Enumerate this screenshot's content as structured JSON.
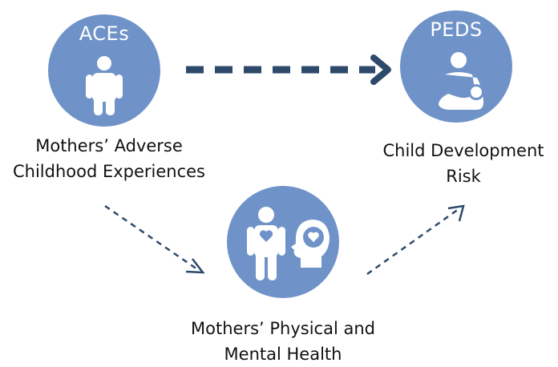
{
  "colors": {
    "circle": "#6f93c8",
    "icon": "#ffffff",
    "arrow": "#2e4a6b",
    "text": "#111111"
  },
  "nodes": {
    "aces": {
      "label": "ACEs",
      "icon": "child-figure-icon",
      "caption": [
        "Mothers’ Adverse",
        "Childhood Experiences"
      ]
    },
    "peds": {
      "label": "PEDS",
      "icon": "mother-holding-baby-icon",
      "caption": [
        "Child Development",
        "Risk"
      ]
    },
    "health": {
      "label": "",
      "icons": [
        "body-with-heart-icon",
        "head-with-heart-icon"
      ],
      "caption": [
        "Mothers’ Physical and",
        "Mental Health"
      ]
    }
  },
  "edges": [
    {
      "from": "aces",
      "to": "peds",
      "style": "thick-dashed"
    },
    {
      "from": "aces",
      "to": "health",
      "style": "thin-dashed"
    },
    {
      "from": "health",
      "to": "peds",
      "style": "thin-dashed"
    }
  ]
}
